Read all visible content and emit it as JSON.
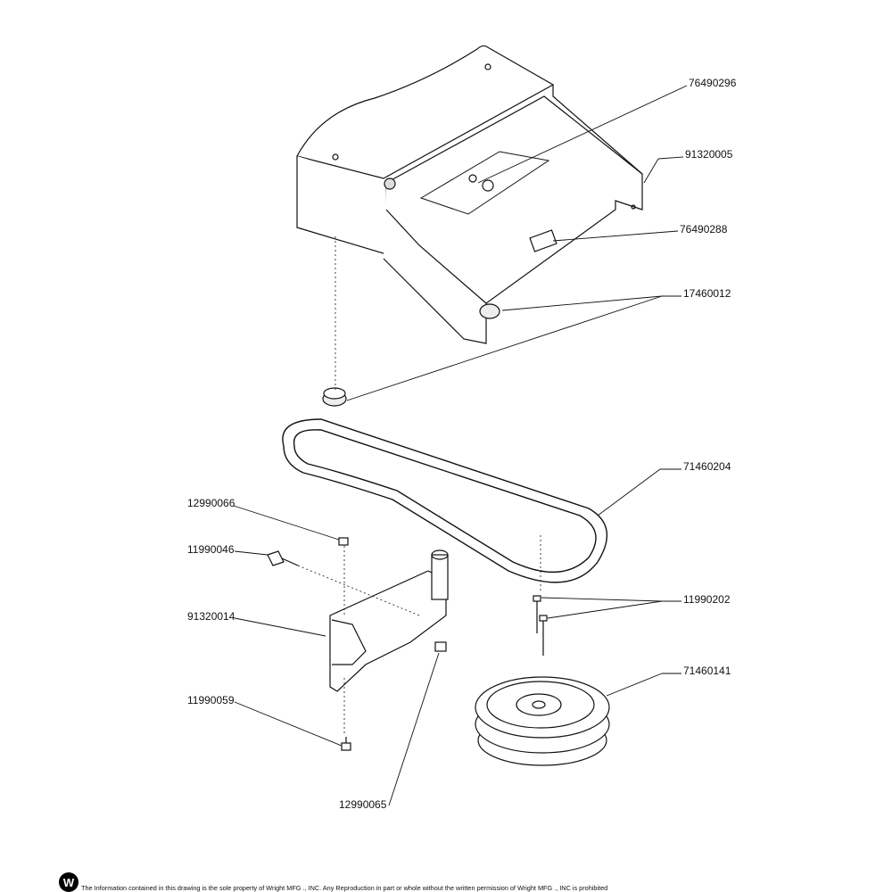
{
  "parts": [
    {
      "number": "76490296"
    },
    {
      "number": "91320005"
    },
    {
      "number": "76490288"
    },
    {
      "number": "17460012"
    },
    {
      "number": "71460204"
    },
    {
      "number": "12990066"
    },
    {
      "number": "11990046"
    },
    {
      "number": "91320014"
    },
    {
      "number": "11990202"
    },
    {
      "number": "71460141"
    },
    {
      "number": "11990059"
    },
    {
      "number": "12990065"
    }
  ],
  "footer": {
    "logo_text": "W",
    "disclaimer": "The Information contained in this drawing is the sole property of Wright MFG ., INC. Any Reproduction in part or whole without the written permission of Wright MFG ., INC is prohibited"
  }
}
